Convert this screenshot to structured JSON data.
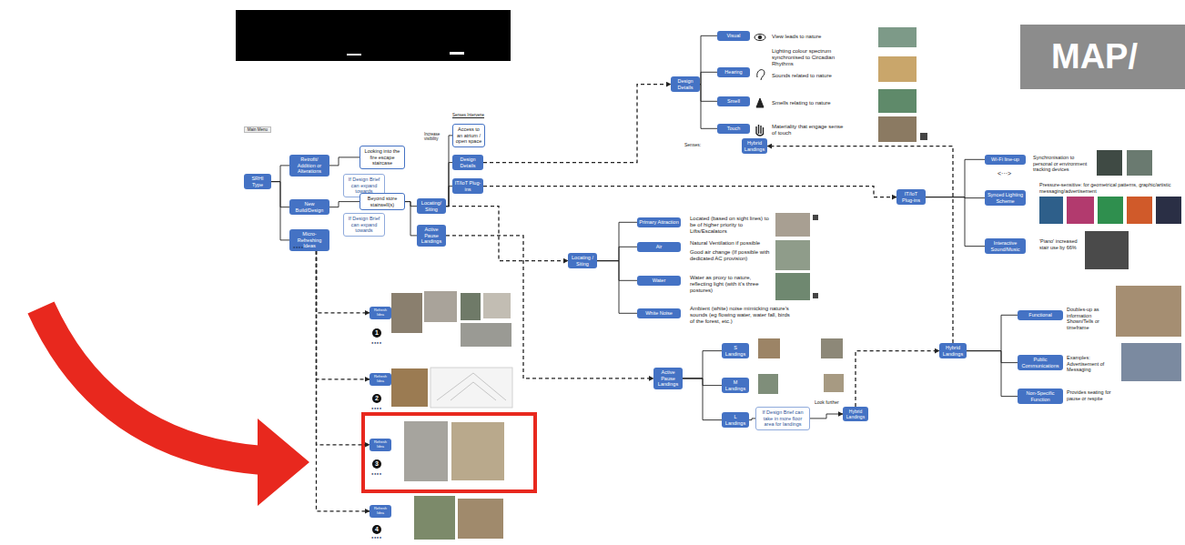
{
  "diagram": {
    "nodes": [
      {
        "text": [
          "SRHI Type"
        ]
      },
      {
        "text": [
          "Retrofit/ Addition or Alterations"
        ]
      },
      {
        "text": [
          "New Build/Design"
        ]
      },
      {
        "text": [
          "Micro-Refreshing Ideas"
        ]
      },
      {
        "text": [
          "Looking into the fire escape staircase"
        ]
      },
      {
        "text": [
          "If Design Brief can expand towards"
        ]
      },
      {
        "text": [
          "Beyond store stairwell(s)"
        ]
      },
      {
        "text": [
          "If Design Brief can expand towards"
        ]
      },
      {
        "text": [
          "Locating/ Siting"
        ]
      },
      {
        "text": [
          "Active Pause Landings"
        ]
      },
      {
        "text": [
          "Access to an atrium / open space"
        ]
      },
      {
        "text": [
          "Design Details"
        ]
      },
      {
        "text": [
          "IT/IoT Plug-ins"
        ]
      },
      {
        "text": [
          "Design Details"
        ]
      },
      {
        "text": [
          "Visual"
        ]
      },
      {
        "text": [
          "Hearing"
        ]
      },
      {
        "text": [
          "Smell"
        ]
      },
      {
        "text": [
          "Touch"
        ]
      },
      {
        "text": [
          "Hybrid Landings"
        ]
      },
      {
        "text": [
          "IT/IoT Plug-ins"
        ]
      },
      {
        "text": [
          "Wi-Fi line-up"
        ]
      },
      {
        "text": [
          "Synced Lighting Scheme"
        ]
      },
      {
        "text": [
          "Interactive Sound/Music"
        ]
      },
      {
        "text": [
          "Locating / Siting"
        ]
      },
      {
        "text": [
          "Primary Attraction"
        ]
      },
      {
        "text": [
          "Air"
        ]
      },
      {
        "text": [
          "Water"
        ]
      },
      {
        "text": [
          "White Noise"
        ]
      },
      {
        "text": [
          "Active Pause Landings"
        ]
      },
      {
        "text": [
          "S Landings"
        ]
      },
      {
        "text": [
          "M Landings"
        ]
      },
      {
        "text": [
          "L Landings"
        ]
      },
      {
        "text": [
          "If Design Brief can take in more floor area for landings"
        ]
      },
      {
        "text": [
          "Hybrid Landings"
        ]
      },
      {
        "text": [
          "Hybrid Landings"
        ]
      },
      {
        "text": [
          "Functional"
        ]
      },
      {
        "text": [
          "Public Communications"
        ]
      },
      {
        "text": [
          "Non-Specific Function"
        ]
      },
      {
        "text": [
          "Refresh Idea"
        ]
      },
      {
        "text": [
          "Refresh Idea"
        ]
      },
      {
        "text": [
          "Refresh Idea"
        ]
      },
      {
        "text": [
          "Refresh Idea"
        ]
      },
      {
        "text": [
          "MAP/"
        ]
      }
    ],
    "edges": [
      {
        "from": 0,
        "to": 1,
        "arrow": "none"
      },
      {
        "from": 0,
        "to": 2,
        "arrow": "none"
      },
      {
        "from": 0,
        "to": 3,
        "arrow": "none"
      },
      {
        "from": 1,
        "to": 4,
        "arrow": "none"
      },
      {
        "from": 2,
        "to": 6,
        "arrow": "none"
      },
      {
        "from": 6,
        "to": 8,
        "arrow": "none"
      },
      {
        "from": 6,
        "to": 9,
        "arrow": "none"
      },
      {
        "from": 8,
        "to": 10,
        "arrow": "none"
      },
      {
        "from": 8,
        "to": 11,
        "arrow": "none"
      },
      {
        "from": 8,
        "to": 12,
        "arrow": "none"
      },
      {
        "from": 11,
        "to": 13,
        "arrow": "to"
      },
      {
        "from": 12,
        "to": 19,
        "arrow": "to"
      },
      {
        "from": 13,
        "to": 14,
        "arrow": "none"
      },
      {
        "from": 13,
        "to": 15,
        "arrow": "none"
      },
      {
        "from": 13,
        "to": 16,
        "arrow": "none"
      },
      {
        "from": 13,
        "to": 17,
        "arrow": "none"
      },
      {
        "from": 19,
        "to": 20,
        "arrow": "none"
      },
      {
        "from": 19,
        "to": 21,
        "arrow": "none"
      },
      {
        "from": 19,
        "to": 22,
        "arrow": "none"
      },
      {
        "from": 8,
        "to": 23,
        "arrow": "to"
      },
      {
        "from": 9,
        "to": 28,
        "arrow": "to"
      },
      {
        "from": 23,
        "to": 24,
        "arrow": "none"
      },
      {
        "from": 23,
        "to": 25,
        "arrow": "none"
      },
      {
        "from": 23,
        "to": 26,
        "arrow": "none"
      },
      {
        "from": 23,
        "to": 27,
        "arrow": "none"
      },
      {
        "from": 28,
        "to": 29,
        "arrow": "none"
      },
      {
        "from": 28,
        "to": 30,
        "arrow": "none"
      },
      {
        "from": 28,
        "to": 31,
        "arrow": "none"
      },
      {
        "from": 31,
        "to": 32,
        "arrow": "none"
      },
      {
        "from": 32,
        "to": 33,
        "arrow": "to"
      },
      {
        "from": 33,
        "to": 34,
        "arrow": "to"
      },
      {
        "from": 34,
        "to": 18,
        "arrow": "to"
      },
      {
        "from": 34,
        "to": 35,
        "arrow": "none"
      },
      {
        "from": 34,
        "to": 36,
        "arrow": "none"
      },
      {
        "from": 34,
        "to": 37,
        "arrow": "none"
      },
      {
        "from": 3,
        "to": 38,
        "arrow": "to"
      },
      {
        "from": 3,
        "to": 39,
        "arrow": "to"
      },
      {
        "from": 3,
        "to": 40,
        "arrow": "to"
      },
      {
        "from": 3,
        "to": 41,
        "arrow": "to"
      }
    ],
    "labels": [
      "Main Menu",
      "Senses Intervene",
      "Increase visibility",
      "Senses:",
      "View leads to nature",
      "Lighting colour spectrum synchronised to Circadian Rhythms",
      "Sounds related to nature",
      "Smells relating to nature",
      "Materiality that engage sense of touch",
      "Synchronisation to personal or environment tracking devices",
      "<···>",
      "Pressure-sensitive: for geometrical patterns, graphic/artistic messaging/advertisement",
      "'Piano' increased stair use by 66%",
      "Located (based on sight lines) to be of higher priority to Lifts/Escalators",
      "Natural Ventilation if possible",
      "Good air change (If possible with dedicated AC provision)",
      "Water as proxy to nature, reflecting light (with it's three postures)",
      "Ambient (white) noise mimicking nature's sounds (eg flowing water, water fall, birds of the forest, etc.)",
      "Look further",
      "Doubles-up as information Shown/Tells or timeframe",
      "Examples: Advertisement of Messaging",
      "Provides seating for pause or respite",
      "●●●●",
      "1",
      "●●●●",
      "2",
      "●●●●",
      "3",
      "●●●●",
      "4",
      "●●●●"
    ]
  }
}
